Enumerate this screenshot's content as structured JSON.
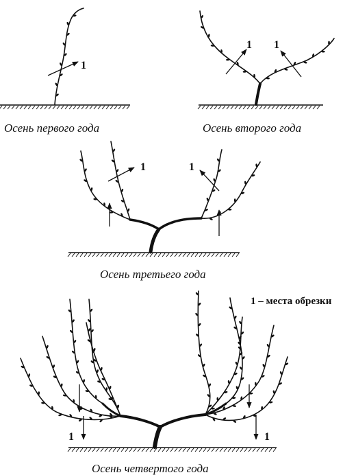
{
  "panels": [
    {
      "caption": "Осень первого года",
      "cut_label": "1"
    },
    {
      "caption": "Осень второго года",
      "cut_label_left": "1",
      "cut_label_right": "1"
    },
    {
      "caption": "Осень третьего года",
      "cut_label_left": "1",
      "cut_label_right": "1"
    },
    {
      "caption": "Осень четвертого года",
      "cut_label_left": "1",
      "cut_label_right": "1"
    }
  ],
  "legend": "1 – места обрезки"
}
